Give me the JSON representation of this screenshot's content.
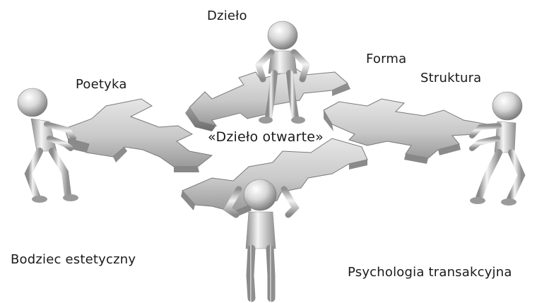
{
  "diagram": {
    "labels": {
      "top": "Dzieło",
      "forma": "Forma",
      "left": "Poetyka",
      "right": "Struktura",
      "center": "«Dzieło otwarte»",
      "bottom_left": "Bodziec estetyczny",
      "bottom_right": "Psychologia transakcyjna"
    },
    "colors": {
      "arrow_light": "#d4d4d4",
      "arrow_dark": "#8a8a8a",
      "figure_light": "#f2f2f2",
      "figure_dark": "#7a7a7a",
      "text": "#1a1a1a"
    }
  }
}
